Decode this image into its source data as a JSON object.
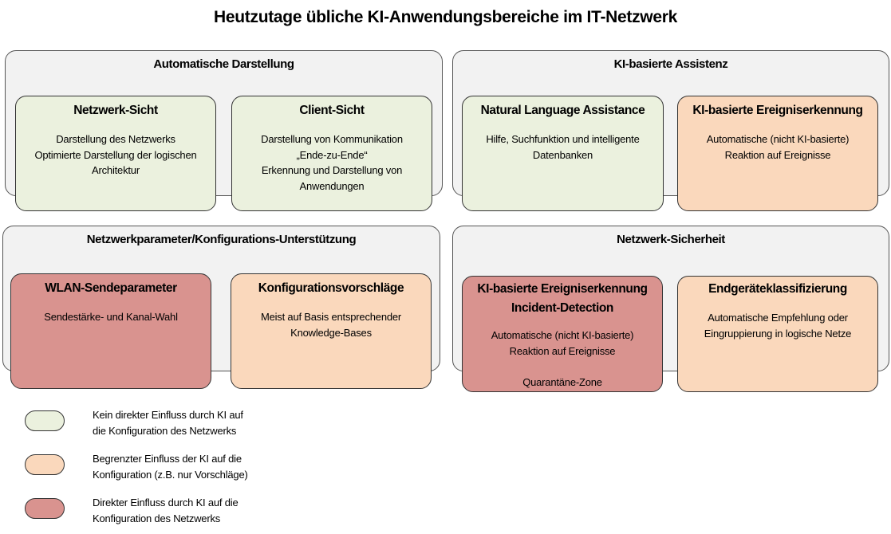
{
  "title": "Heutzutage übliche KI-Anwendungsbereiche im IT-Netzwerk",
  "colors": {
    "group_background": "#f2f2f2",
    "no_direct_influence": "#ebf1de",
    "limited_influence": "#fad8bc",
    "direct_influence": "#d9938f"
  },
  "groups": [
    {
      "title": "Automatische Darstellung",
      "cards": [
        {
          "title": [
            "Netzwerk-Sicht"
          ],
          "body": [
            "Darstellung des Netzwerks",
            "Optimierte Darstellung der logischen",
            "Architektur"
          ],
          "category": "no_direct_influence"
        },
        {
          "title": [
            "Client-Sicht"
          ],
          "body": [
            "Darstellung von Kommunikation",
            "„Ende-zu-Ende“",
            "Erkennung und Darstellung von",
            "Anwendungen"
          ],
          "category": "no_direct_influence"
        }
      ]
    },
    {
      "title": "KI-basierte Assistenz",
      "cards": [
        {
          "title": [
            "Natural Language Assistance"
          ],
          "body": [
            "Hilfe, Suchfunktion und intelligente",
            "Datenbanken"
          ],
          "category": "no_direct_influence"
        },
        {
          "title": [
            "KI-basierte Ereigniserkennung"
          ],
          "body": [
            "Automatische (nicht KI-basierte)",
            "Reaktion auf Ereignisse"
          ],
          "category": "limited_influence"
        }
      ]
    },
    {
      "title": "Netzwerkparameter/Konfigurations-Unterstützung",
      "cards": [
        {
          "title": [
            "WLAN-Sendeparameter"
          ],
          "body": [
            "Sendestärke- und Kanal-Wahl"
          ],
          "category": "direct_influence"
        },
        {
          "title": [
            "Konfigurationsvorschläge"
          ],
          "body": [
            "Meist auf Basis entsprechender",
            "Knowledge-Bases"
          ],
          "category": "limited_influence"
        }
      ]
    },
    {
      "title": "Netzwerk-Sicherheit",
      "cards": [
        {
          "title": [
            "KI-basierte Ereigniserkennung",
            "Incident-Detection"
          ],
          "body": [
            "Automatische (nicht KI-basierte)",
            "Reaktion auf Ereignisse",
            "",
            "Quarantäne-Zone"
          ],
          "category": "direct_influence"
        },
        {
          "title": [
            "Endgeräteklassifizierung"
          ],
          "body": [
            "Automatische Empfehlung oder",
            "Eingruppierung in logische Netze"
          ],
          "category": "limited_influence"
        }
      ]
    }
  ],
  "legend": [
    {
      "category": "no_direct_influence",
      "lines": [
        "Kein direkter Einfluss durch KI auf",
        "die Konfiguration des Netzwerks"
      ]
    },
    {
      "category": "limited_influence",
      "lines": [
        "Begrenzter Einfluss der KI auf die",
        "Konfiguration (z.B. nur Vorschläge)"
      ]
    },
    {
      "category": "direct_influence",
      "lines": [
        "Direkter Einfluss durch KI auf die",
        "Konfiguration des Netzwerks"
      ]
    }
  ]
}
